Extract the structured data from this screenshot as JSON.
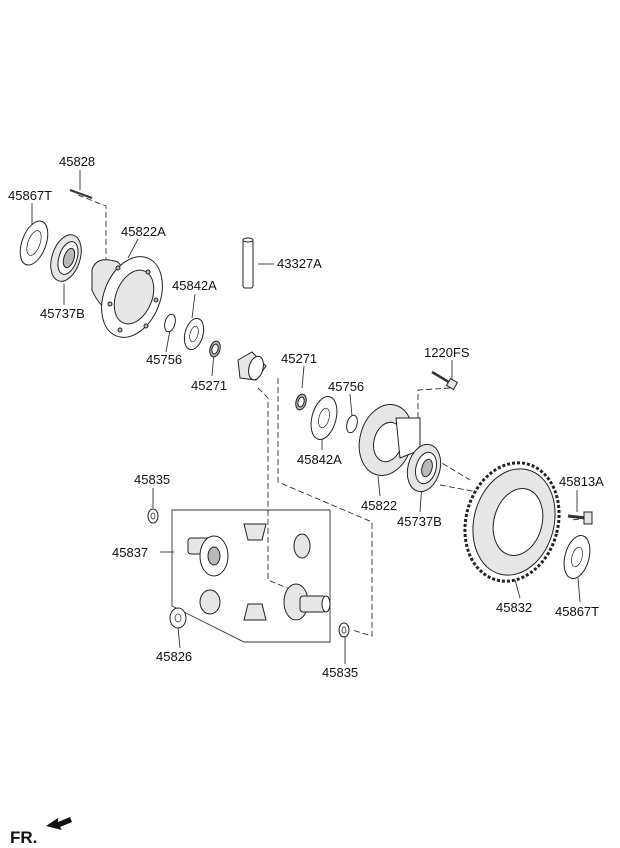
{
  "parts": {
    "p45828": "45828",
    "p45867T_top": "45867T",
    "p45822A": "45822A",
    "p45737B_top": "45737B",
    "p43327A": "43327A",
    "p45842A_top": "45842A",
    "p45756_top": "45756",
    "p45271_left": "45271",
    "p45271_right": "45271",
    "p1220FS": "1220FS",
    "p45756_right": "45756",
    "p45842A_right": "45842A",
    "p45822": "45822",
    "p45737B_right": "45737B",
    "p45835_top": "45835",
    "p45837": "45837",
    "p45813A": "45813A",
    "p45826": "45826",
    "p45835_bottom": "45835",
    "p45832": "45832",
    "p45867T_right": "45867T"
  },
  "direction": {
    "label": "FR.",
    "icon": "arrow-front-icon"
  }
}
